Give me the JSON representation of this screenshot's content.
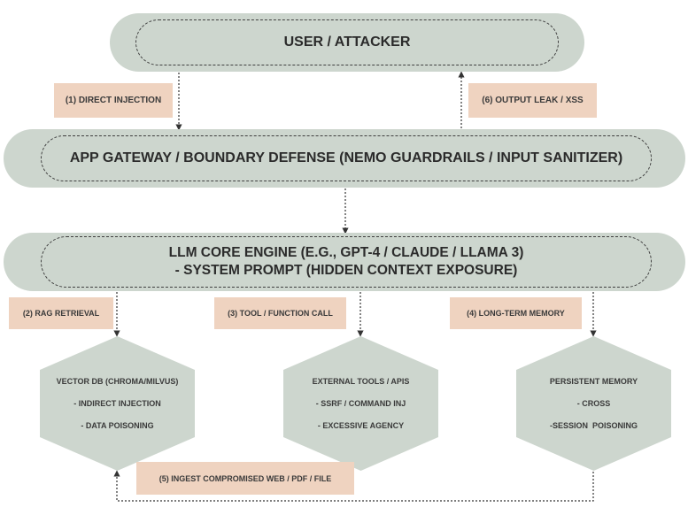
{
  "user_box": {
    "label": "USER / ATTACKER"
  },
  "gateway_box": {
    "label": "APP GATEWAY / BOUNDARY DEFENSE (NEMO GUARDRAILS / INPUT SANITIZER)"
  },
  "core_box": {
    "line1": "LLM CORE ENGINE (E.G., GPT-4 / CLAUDE / LLAMA 3)",
    "line2": "- SYSTEM PROMPT (HIDDEN CONTEXT EXPOSURE)"
  },
  "flow_labels": {
    "direct_injection": "(1) DIRECT INJECTION",
    "rag_retrieval": "(2) RAG RETRIEVAL",
    "tool_call": "(3) TOOL / FUNCTION CALL",
    "long_term_memory": "(4) LONG-TERM MEMORY",
    "ingest": "(5) INGEST COMPROMISED WEB / PDF / FILE",
    "output_leak": "(6) OUTPUT LEAK / XSS"
  },
  "vector_db": {
    "title": "VECTOR DB (CHROMA/MILVUS)",
    "line1": "- INDIRECT INJECTION",
    "line2": "- DATA POISONING"
  },
  "external_tools": {
    "title": "EXTERNAL TOOLS / APIS",
    "line1": "- SSRF / COMMAND INJ",
    "line2": "- EXCESSIVE AGENCY"
  },
  "persistent_memory": {
    "title": "PERSISTENT MEMORY",
    "line1": "- CROSS",
    "line2": "-SESSION  POISONING"
  },
  "colors": {
    "box_fill": "#cdd6ce",
    "label_fill": "#efd3c0",
    "text": "#2f2f2f",
    "connector": "#333333"
  }
}
